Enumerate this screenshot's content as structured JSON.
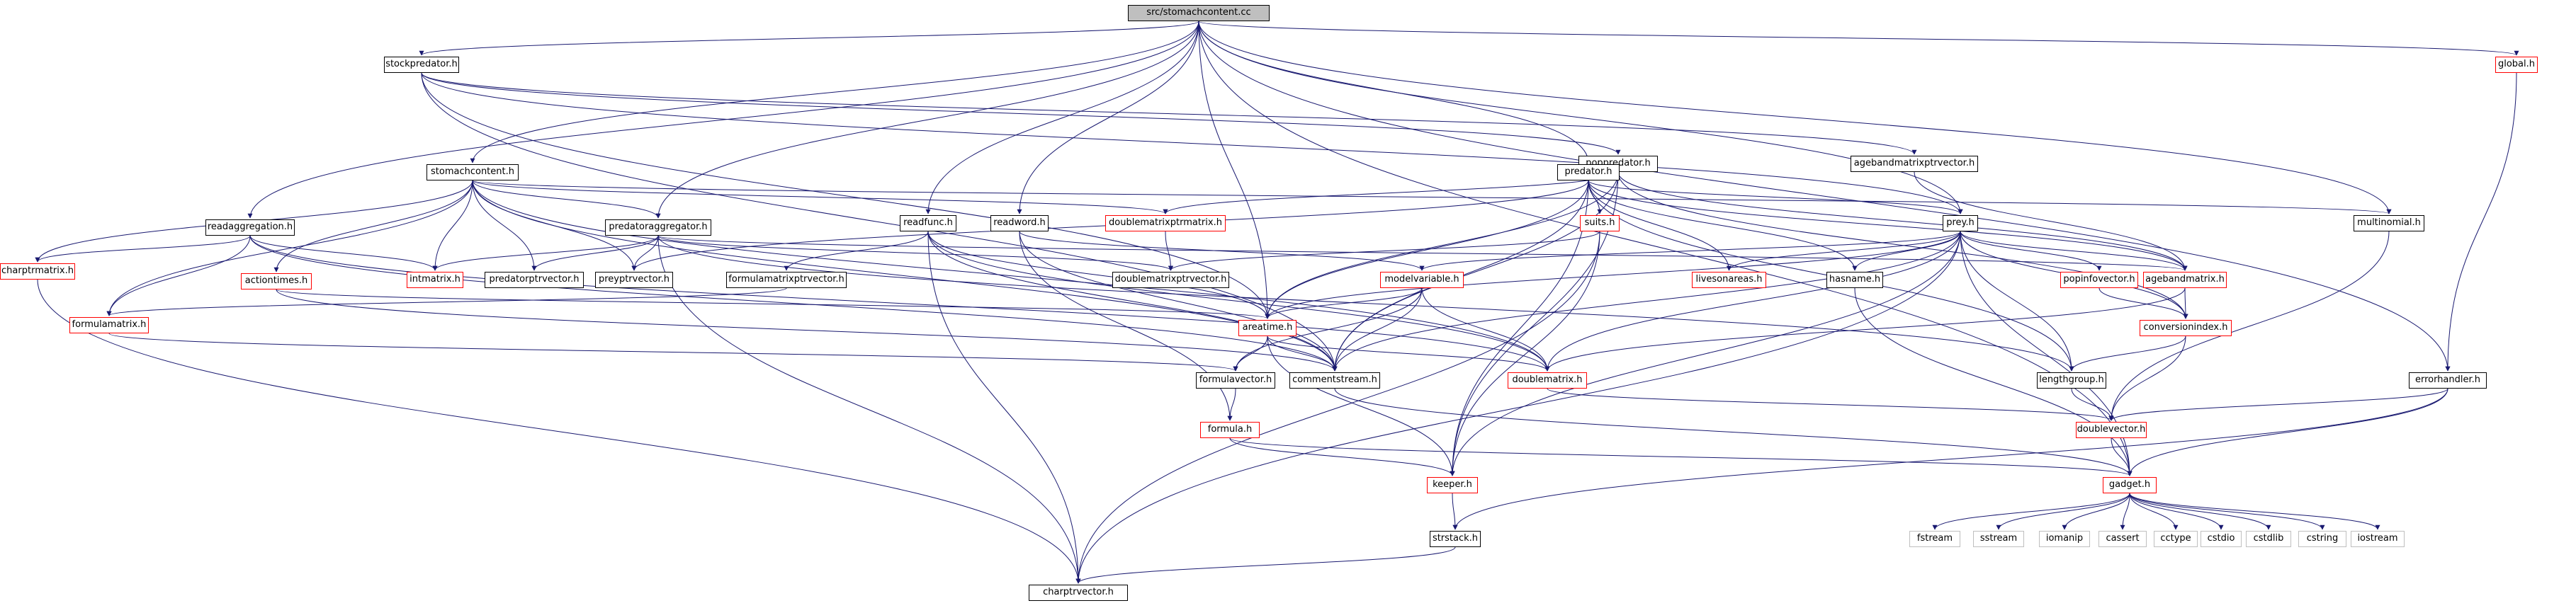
{
  "diagram": {
    "nodes": [
      {
        "id": "root",
        "label": "src/stomachcontent.cc",
        "style": "root"
      },
      {
        "id": "stockpredator",
        "label": "stockpredator.h",
        "style": "black"
      },
      {
        "id": "global",
        "label": "global.h",
        "style": "red"
      },
      {
        "id": "poppredator",
        "label": "poppredator.h",
        "style": "black"
      },
      {
        "id": "agebandmatrixptrvector",
        "label": "agebandmatrixptrvector.h",
        "style": "black"
      },
      {
        "id": "stomachcontent",
        "label": "stomachcontent.h",
        "style": "black"
      },
      {
        "id": "predator",
        "label": "predator.h",
        "style": "black"
      },
      {
        "id": "readfunc",
        "label": "readfunc.h",
        "style": "black"
      },
      {
        "id": "readword",
        "label": "readword.h",
        "style": "black"
      },
      {
        "id": "doublematrixptrmatrix",
        "label": "doublematrixptrmatrix.h",
        "style": "red"
      },
      {
        "id": "suits",
        "label": "suits.h",
        "style": "red"
      },
      {
        "id": "prey",
        "label": "prey.h",
        "style": "black"
      },
      {
        "id": "multinomial",
        "label": "multinomial.h",
        "style": "black"
      },
      {
        "id": "readaggregation",
        "label": "readaggregation.h",
        "style": "black"
      },
      {
        "id": "predatoraggregator",
        "label": "predatoraggregator.h",
        "style": "black"
      },
      {
        "id": "charptrmatrix",
        "label": "charptrmatrix.h",
        "style": "red"
      },
      {
        "id": "actiontimes",
        "label": "actiontimes.h",
        "style": "red"
      },
      {
        "id": "intmatrix",
        "label": "intmatrix.h",
        "style": "red"
      },
      {
        "id": "predatorptrvector",
        "label": "predatorptrvector.h",
        "style": "black"
      },
      {
        "id": "preyptrvector",
        "label": "preyptrvector.h",
        "style": "black"
      },
      {
        "id": "formulamatrixptrvector",
        "label": "formulamatrixptrvector.h",
        "style": "black"
      },
      {
        "id": "doublematrixptrvector",
        "label": "doublematrixptrvector.h",
        "style": "black"
      },
      {
        "id": "modelvariable",
        "label": "modelvariable.h",
        "style": "red"
      },
      {
        "id": "livesonareas",
        "label": "livesonareas.h",
        "style": "red"
      },
      {
        "id": "hasname",
        "label": "hasname.h",
        "style": "black"
      },
      {
        "id": "popinfovector",
        "label": "popinfovector.h",
        "style": "red"
      },
      {
        "id": "agebandmatrix",
        "label": "agebandmatrix.h",
        "style": "red"
      },
      {
        "id": "formulamatrix",
        "label": "formulamatrix.h",
        "style": "red"
      },
      {
        "id": "areatime",
        "label": "areatime.h",
        "style": "red"
      },
      {
        "id": "conversionindex",
        "label": "conversionindex.h",
        "style": "red"
      },
      {
        "id": "formulavector",
        "label": "formulavector.h",
        "style": "black"
      },
      {
        "id": "commentstream",
        "label": "commentstream.h",
        "style": "black"
      },
      {
        "id": "doublematrix",
        "label": "doublematrix.h",
        "style": "red"
      },
      {
        "id": "lengthgroup",
        "label": "lengthgroup.h",
        "style": "black"
      },
      {
        "id": "errorhandler",
        "label": "errorhandler.h",
        "style": "black"
      },
      {
        "id": "formula",
        "label": "formula.h",
        "style": "red"
      },
      {
        "id": "doublevector",
        "label": "doublevector.h",
        "style": "red"
      },
      {
        "id": "keeper",
        "label": "keeper.h",
        "style": "red"
      },
      {
        "id": "gadget",
        "label": "gadget.h",
        "style": "red"
      },
      {
        "id": "strstack",
        "label": "strstack.h",
        "style": "black"
      },
      {
        "id": "fstream",
        "label": "fstream",
        "style": "gray"
      },
      {
        "id": "sstream",
        "label": "sstream",
        "style": "gray"
      },
      {
        "id": "iomanip",
        "label": "iomanip",
        "style": "gray"
      },
      {
        "id": "cassert",
        "label": "cassert",
        "style": "gray"
      },
      {
        "id": "cctype",
        "label": "cctype",
        "style": "gray"
      },
      {
        "id": "cstdio",
        "label": "cstdio",
        "style": "gray"
      },
      {
        "id": "cstdlib",
        "label": "cstdlib",
        "style": "gray"
      },
      {
        "id": "cstring",
        "label": "cstring",
        "style": "gray"
      },
      {
        "id": "iostream",
        "label": "iostream",
        "style": "gray"
      },
      {
        "id": "charptrvector",
        "label": "charptrvector.h",
        "style": "black"
      }
    ],
    "edges": [
      [
        "root",
        "stockpredator"
      ],
      [
        "root",
        "global"
      ],
      [
        "root",
        "stomachcontent"
      ],
      [
        "root",
        "predator"
      ],
      [
        "root",
        "readfunc"
      ],
      [
        "root",
        "readword"
      ],
      [
        "root",
        "prey"
      ],
      [
        "root",
        "multinomial"
      ],
      [
        "root",
        "readaggregation"
      ],
      [
        "root",
        "predatoraggregator"
      ],
      [
        "root",
        "areatime"
      ],
      [
        "root",
        "errorhandler"
      ],
      [
        "root",
        "gadget"
      ],
      [
        "stockpredator",
        "poppredator"
      ],
      [
        "stockpredator",
        "agebandmatrixptrvector"
      ],
      [
        "stockpredator",
        "prey"
      ],
      [
        "stockpredator",
        "areatime"
      ],
      [
        "stockpredator",
        "commentstream"
      ],
      [
        "global",
        "errorhandler"
      ],
      [
        "poppredator",
        "predator"
      ],
      [
        "poppredator",
        "doublematrixptrmatrix"
      ],
      [
        "poppredator",
        "agebandmatrix"
      ],
      [
        "poppredator",
        "conversionindex"
      ],
      [
        "poppredator",
        "commentstream"
      ],
      [
        "poppredator",
        "keeper"
      ],
      [
        "poppredator",
        "areatime"
      ],
      [
        "agebandmatrixptrvector",
        "agebandmatrix"
      ],
      [
        "stomachcontent",
        "predatoraggregator"
      ],
      [
        "stomachcontent",
        "doublematrixptrmatrix"
      ],
      [
        "stomachcontent",
        "multinomial"
      ],
      [
        "stomachcontent",
        "charptrmatrix"
      ],
      [
        "stomachcontent",
        "actiontimes"
      ],
      [
        "stomachcontent",
        "formulamatrix"
      ],
      [
        "stomachcontent",
        "intmatrix"
      ],
      [
        "stomachcontent",
        "predatorptrvector"
      ],
      [
        "stomachcontent",
        "preyptrvector"
      ],
      [
        "stomachcontent",
        "doublematrix"
      ],
      [
        "stomachcontent",
        "commentstream"
      ],
      [
        "predator",
        "suits"
      ],
      [
        "predator",
        "prey"
      ],
      [
        "predator",
        "livesonareas"
      ],
      [
        "predator",
        "hasname"
      ],
      [
        "predator",
        "areatime"
      ],
      [
        "predator",
        "commentstream"
      ],
      [
        "predator",
        "lengthgroup"
      ],
      [
        "predator",
        "keeper"
      ],
      [
        "predator",
        "preyptrvector"
      ],
      [
        "predator",
        "agebandmatrix"
      ],
      [
        "readfunc",
        "formulamatrixptrvector"
      ],
      [
        "readfunc",
        "doublematrix"
      ],
      [
        "readfunc",
        "areatime"
      ],
      [
        "readfunc",
        "commentstream"
      ],
      [
        "readfunc",
        "charptrvector"
      ],
      [
        "readword",
        "modelvariable"
      ],
      [
        "readword",
        "formula"
      ],
      [
        "readword",
        "commentstream"
      ],
      [
        "doublematrixptrmatrix",
        "doublematrixptrvector"
      ],
      [
        "suits",
        "doublematrixptrvector"
      ],
      [
        "suits",
        "keeper"
      ],
      [
        "suits",
        "charptrvector"
      ],
      [
        "prey",
        "livesonareas"
      ],
      [
        "prey",
        "hasname"
      ],
      [
        "prey",
        "popinfovector"
      ],
      [
        "prey",
        "agebandmatrix"
      ],
      [
        "prey",
        "conversionindex"
      ],
      [
        "prey",
        "modelvariable"
      ],
      [
        "prey",
        "areatime"
      ],
      [
        "prey",
        "commentstream"
      ],
      [
        "prey",
        "doublematrix"
      ],
      [
        "prey",
        "lengthgroup"
      ],
      [
        "prey",
        "keeper"
      ],
      [
        "prey",
        "gadget"
      ],
      [
        "prey",
        "charptrvector"
      ],
      [
        "multinomial",
        "doublevector"
      ],
      [
        "readaggregation",
        "charptrmatrix"
      ],
      [
        "readaggregation",
        "formulamatrix"
      ],
      [
        "readaggregation",
        "intmatrix"
      ],
      [
        "readaggregation",
        "doublematrix"
      ],
      [
        "readaggregation",
        "commentstream"
      ],
      [
        "predatoraggregator",
        "intmatrix"
      ],
      [
        "predatoraggregator",
        "predatorptrvector"
      ],
      [
        "predatoraggregator",
        "preyptrvector"
      ],
      [
        "predatoraggregator",
        "doublematrixptrvector"
      ],
      [
        "predatoraggregator",
        "agebandmatrix"
      ],
      [
        "predatoraggregator",
        "lengthgroup"
      ],
      [
        "predatoraggregator",
        "charptrvector"
      ],
      [
        "charptrmatrix",
        "charptrvector"
      ],
      [
        "actiontimes",
        "areatime"
      ],
      [
        "actiontimes",
        "commentstream"
      ],
      [
        "formulamatrixptrvector",
        "formulamatrix"
      ],
      [
        "modelvariable",
        "areatime"
      ],
      [
        "modelvariable",
        "formulavector"
      ],
      [
        "modelvariable",
        "commentstream"
      ],
      [
        "modelvariable",
        "doublematrix"
      ],
      [
        "hasname",
        "gadget"
      ],
      [
        "popinfovector",
        "conversionindex"
      ],
      [
        "agebandmatrix",
        "conversionindex"
      ],
      [
        "agebandmatrix",
        "doublematrix"
      ],
      [
        "formulamatrix",
        "formulavector"
      ],
      [
        "areatime",
        "formulavector"
      ],
      [
        "areatime",
        "commentstream"
      ],
      [
        "areatime",
        "doublematrix"
      ],
      [
        "areatime",
        "keeper"
      ],
      [
        "conversionindex",
        "lengthgroup"
      ],
      [
        "conversionindex",
        "doublevector"
      ],
      [
        "formulavector",
        "formula"
      ],
      [
        "commentstream",
        "gadget"
      ],
      [
        "doublematrix",
        "doublevector"
      ],
      [
        "lengthgroup",
        "doublevector"
      ],
      [
        "errorhandler",
        "doublevector"
      ],
      [
        "errorhandler",
        "gadget"
      ],
      [
        "errorhandler",
        "strstack"
      ],
      [
        "formula",
        "keeper"
      ],
      [
        "formula",
        "gadget"
      ],
      [
        "doublevector",
        "gadget"
      ],
      [
        "keeper",
        "strstack"
      ],
      [
        "gadget",
        "fstream"
      ],
      [
        "gadget",
        "sstream"
      ],
      [
        "gadget",
        "iomanip"
      ],
      [
        "gadget",
        "cassert"
      ],
      [
        "gadget",
        "cctype"
      ],
      [
        "gadget",
        "cstdio"
      ],
      [
        "gadget",
        "cstdlib"
      ],
      [
        "gadget",
        "cstring"
      ],
      [
        "gadget",
        "iostream"
      ],
      [
        "strstack",
        "charptrvector"
      ]
    ]
  }
}
